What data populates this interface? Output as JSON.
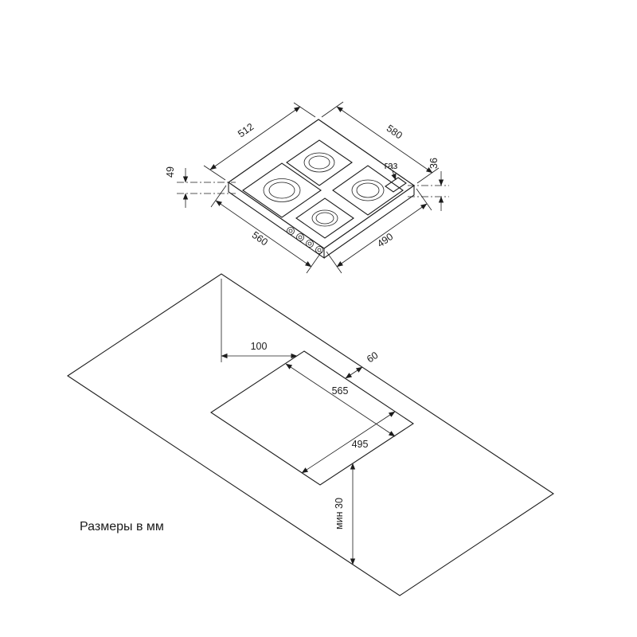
{
  "title_note": "Размеры в мм",
  "hob_view": {
    "dim_depth_top": "512",
    "dim_width_top": "580",
    "dim_edge_height": "36",
    "dim_body_height": "49",
    "dim_width_bottom": "560",
    "dim_depth_bottom": "490",
    "gas_connection_label": "газ"
  },
  "cutout_view": {
    "dim_side_offset": "100",
    "dim_back_offset": "60",
    "dim_cutout_width": "565",
    "dim_cutout_depth": "495",
    "dim_front_min_distance": "мин 30"
  },
  "colors": {
    "line": "#1c1c1c",
    "background": "#ffffff"
  }
}
